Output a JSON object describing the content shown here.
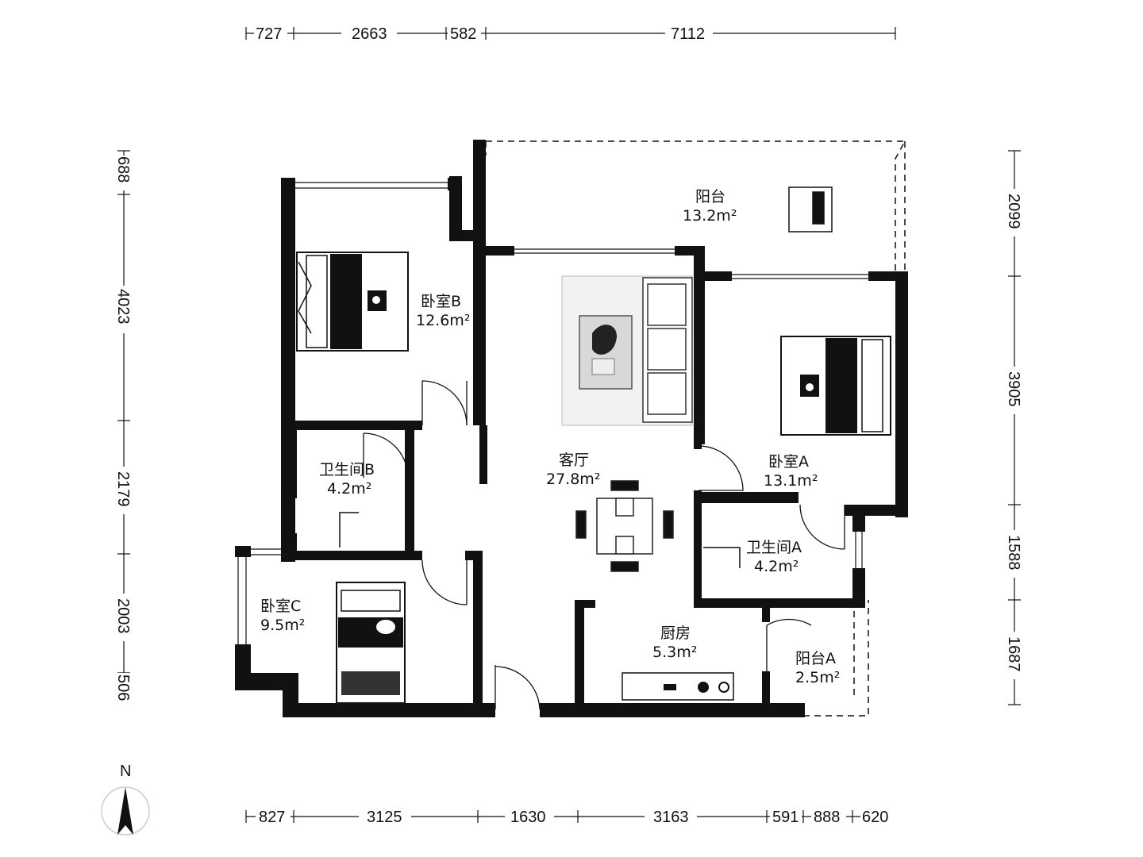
{
  "compass": {
    "label": "N"
  },
  "dimensions": {
    "top": [
      "727",
      "2663",
      "582",
      "7112"
    ],
    "bottom": [
      "827",
      "3125",
      "1630",
      "3163",
      "591",
      "888",
      "620"
    ],
    "left": [
      "688",
      "4023",
      "2179",
      "2003",
      "506"
    ],
    "right": [
      "2099",
      "3905",
      "1588",
      "1687"
    ]
  },
  "rooms": {
    "balcony": {
      "name": "阳台",
      "area": "13.2m²"
    },
    "bedroom_b": {
      "name": "卧室B",
      "area": "12.6m²"
    },
    "living_room": {
      "name": "客厅",
      "area": "27.8m²"
    },
    "bedroom_a": {
      "name": "卧室A",
      "area": "13.1m²"
    },
    "bathroom_b": {
      "name": "卫生间B",
      "area": "4.2m²"
    },
    "bathroom_a": {
      "name": "卫生间A",
      "area": "4.2m²"
    },
    "bedroom_c": {
      "name": "卧室C",
      "area": "9.5m²"
    },
    "kitchen": {
      "name": "厨房",
      "area": "5.3m²"
    },
    "balcony_a": {
      "name": "阳台A",
      "area": "2.5m²"
    }
  }
}
